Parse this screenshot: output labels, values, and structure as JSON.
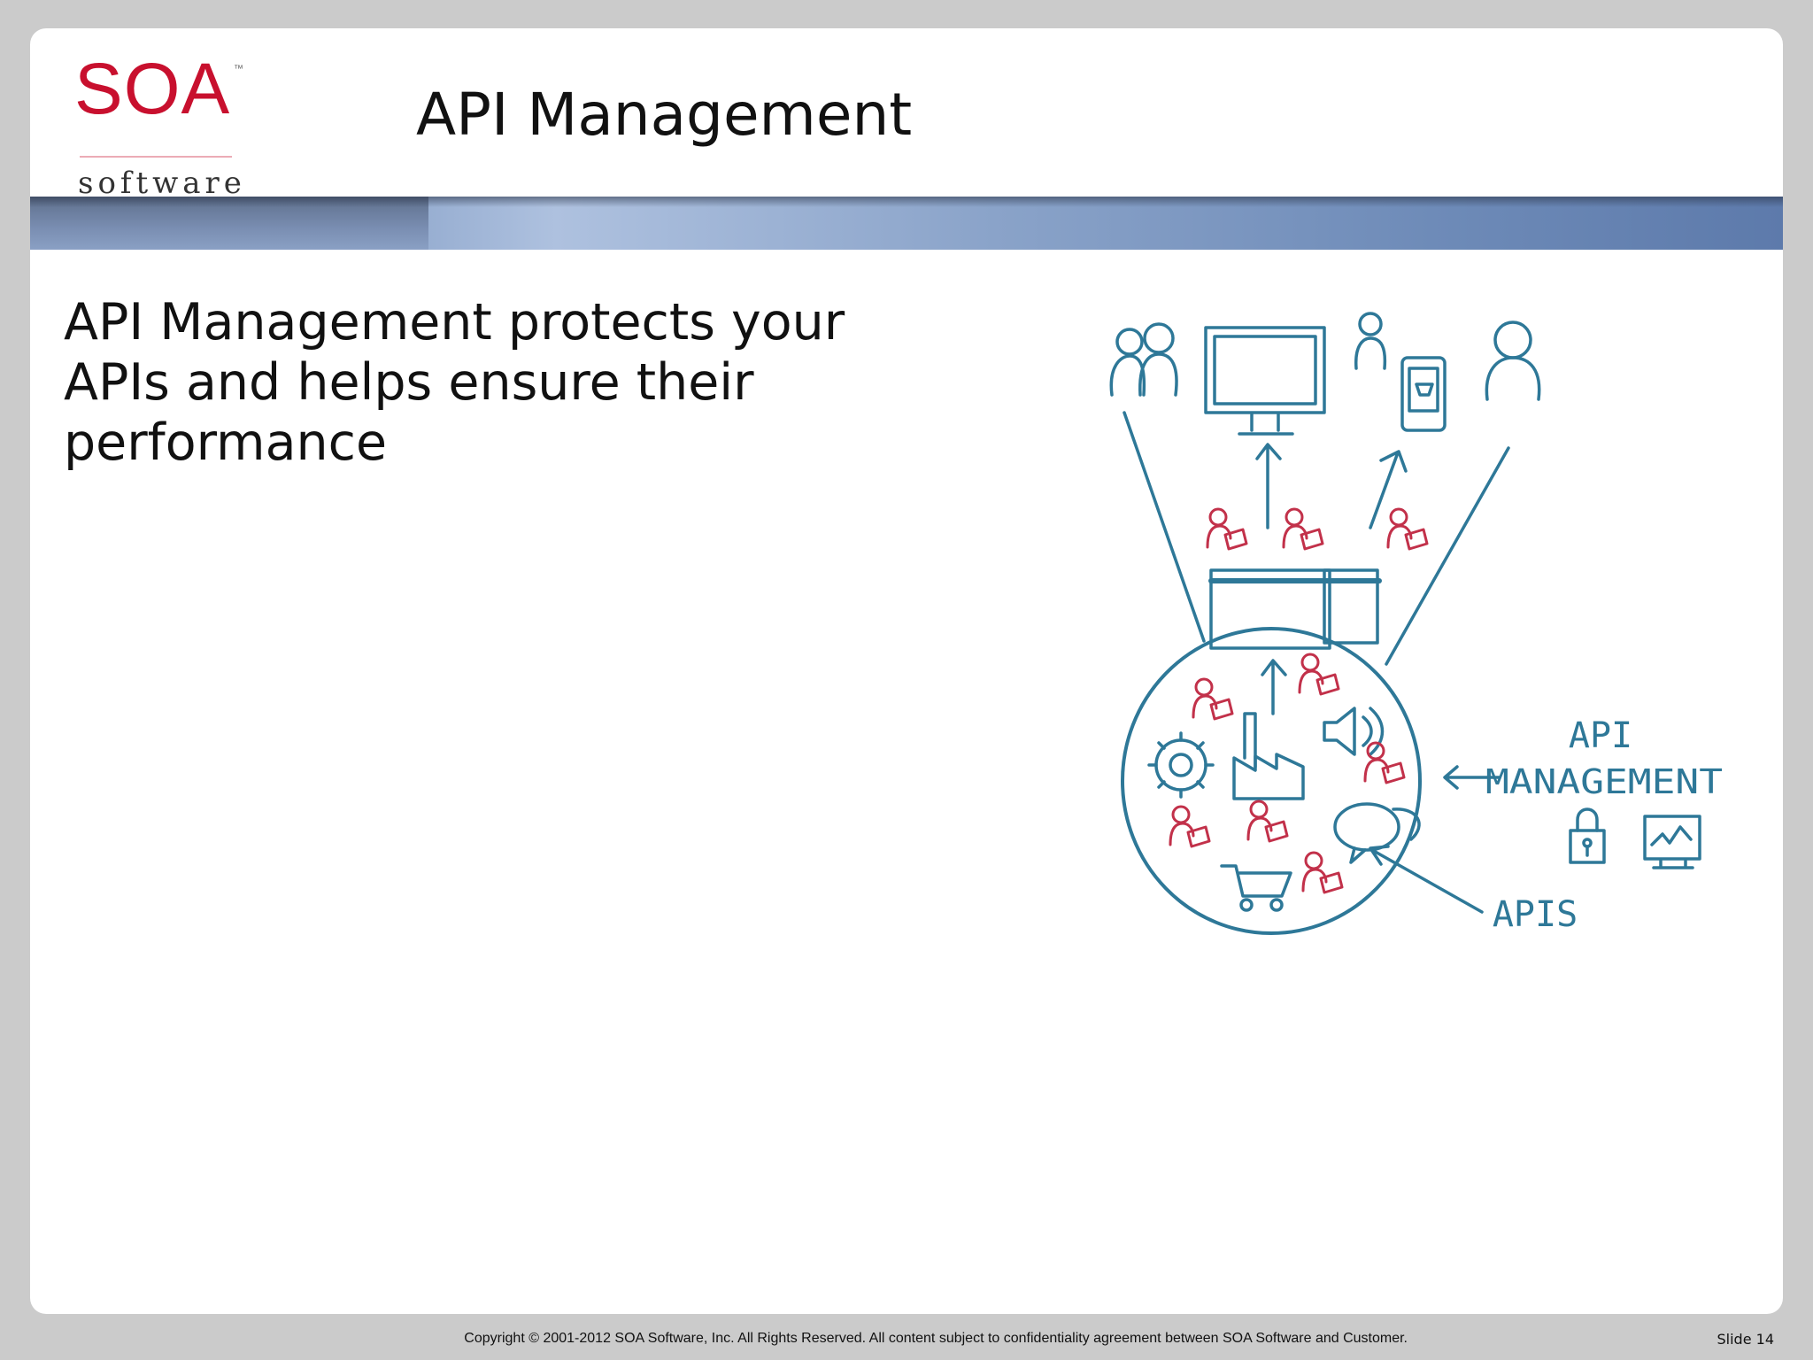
{
  "logo": {
    "brand": "SOA",
    "tm": "™",
    "sub": "software"
  },
  "slide": {
    "title": "API Management",
    "body": "API Management protects your APIs and helps ensure their performance"
  },
  "diagram": {
    "label_api_management_line1": "API",
    "label_api_management_line2": "MANAGEMENT",
    "label_apis": "APIS",
    "colors": {
      "ink": "#2e7898",
      "people": "#c2314a"
    }
  },
  "footer": {
    "copyright": "Copyright © 2001-2012 SOA Software, Inc. All Rights Reserved. All content subject to confidentiality agreement between SOA Software and Customer.",
    "slide_number": "Slide 14"
  }
}
